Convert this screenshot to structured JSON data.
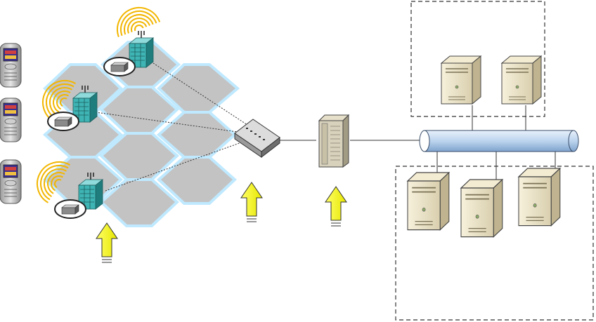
{
  "diagram": {
    "kind": "cellular-network-architecture",
    "colors": {
      "hex_fill": "#c3c3c3",
      "hex_stroke": "#bfe9ff",
      "tower": "#2fa7a7",
      "signal": "#f2b600",
      "arrow": "#ffff33",
      "bus": "#bcd4ee",
      "server": "#ece3c8",
      "dashed_box": "#333333"
    },
    "nodes": [
      {
        "id": "phone-1",
        "icon": "mobile-phone-icon"
      },
      {
        "id": "phone-2",
        "icon": "mobile-phone-icon"
      },
      {
        "id": "phone-3",
        "icon": "mobile-phone-icon"
      },
      {
        "id": "base-station-1",
        "icon": "cell-tower-icon"
      },
      {
        "id": "base-station-2",
        "icon": "cell-tower-icon"
      },
      {
        "id": "base-station-3",
        "icon": "cell-tower-icon"
      },
      {
        "id": "switch",
        "icon": "network-switch-icon"
      },
      {
        "id": "gateway",
        "icon": "rack-server-icon"
      },
      {
        "id": "bus",
        "icon": "network-bus-icon"
      },
      {
        "id": "server-top-1",
        "icon": "server-icon"
      },
      {
        "id": "server-top-2",
        "icon": "server-icon"
      },
      {
        "id": "server-bottom-1",
        "icon": "server-icon"
      },
      {
        "id": "server-bottom-2",
        "icon": "server-icon"
      },
      {
        "id": "server-bottom-3",
        "icon": "server-icon"
      }
    ],
    "arrows": [
      "up-arrow-icon",
      "up-arrow-icon",
      "up-arrow-icon"
    ]
  }
}
